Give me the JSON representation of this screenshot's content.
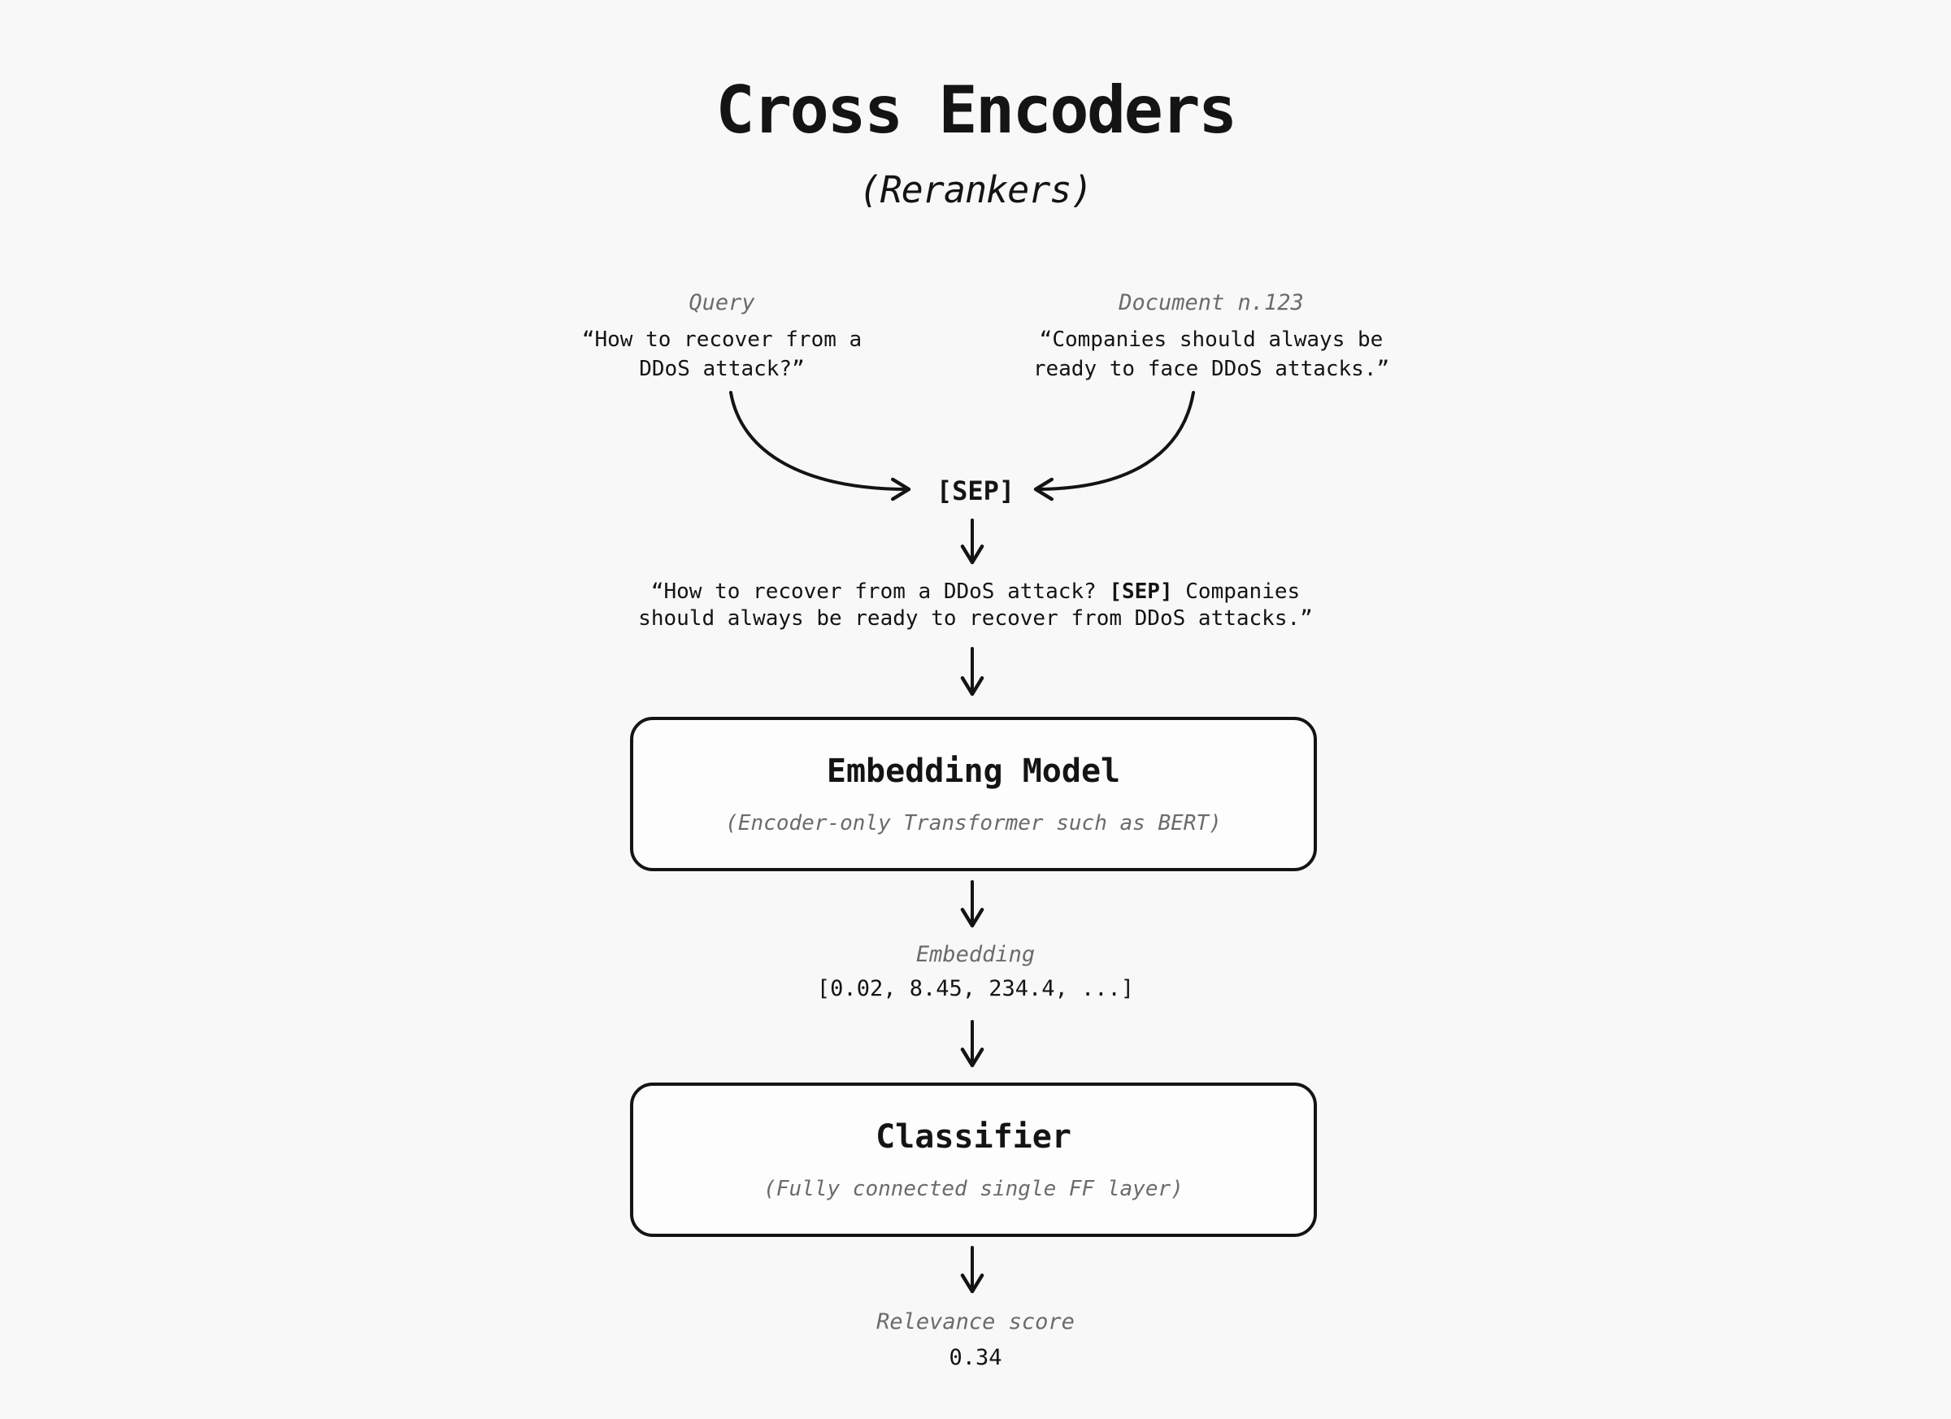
{
  "title": "Cross Encoders",
  "subtitle": "(Rerankers)",
  "colors": {
    "background": "#f8f8f8",
    "ink": "#141414",
    "muted_label": "#6b6b6b",
    "box_fill": "#fdfdfd"
  },
  "query": {
    "label": "Query",
    "text": "“How to recover from a\nDDoS attack?”"
  },
  "document": {
    "label": "Document n.123",
    "text": "“Companies should always be\nready to face DDoS attacks.”"
  },
  "sep_token": "[SEP]",
  "combined": {
    "line1_pre": "“How to recover from a DDoS attack? ",
    "sep": "[SEP]",
    "line1_post": " Companies",
    "line2": "should always be ready to recover from DDoS attacks.”"
  },
  "embedding_model": {
    "title": "Embedding Model",
    "subtitle": "(Encoder-only Transformer such as BERT)"
  },
  "embedding": {
    "label": "Embedding",
    "vector": "[0.02, 8.45, 234.4, ...]"
  },
  "classifier": {
    "title": "Classifier",
    "subtitle": "(Fully connected single FF layer)"
  },
  "output": {
    "label": "Relevance score",
    "value": "0.34"
  }
}
